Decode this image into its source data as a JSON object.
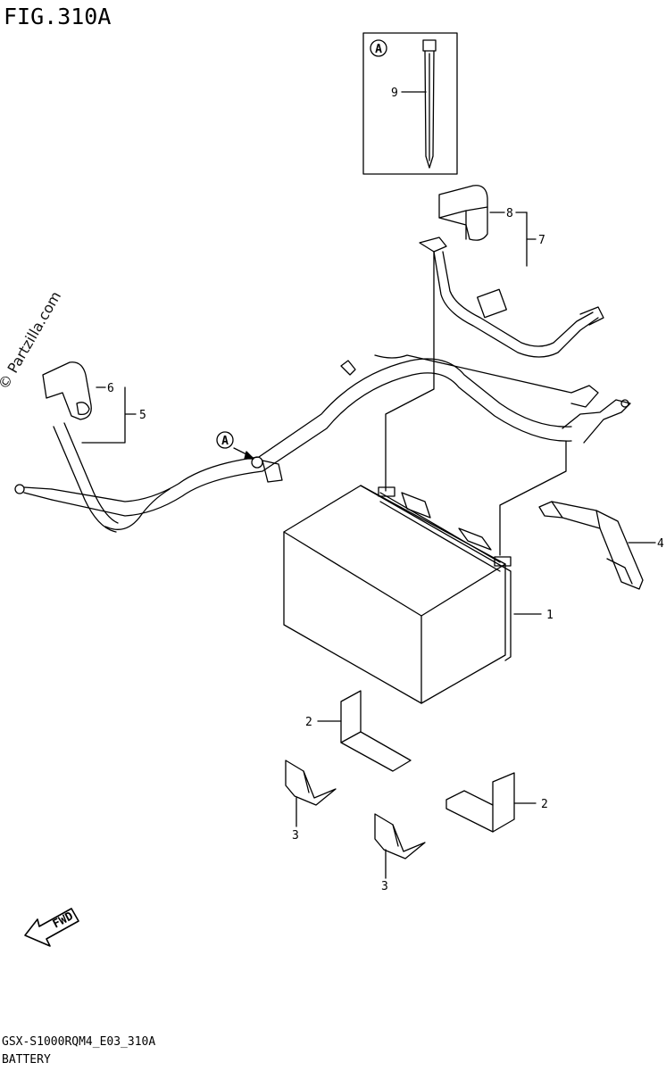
{
  "figure": {
    "title": "FIG.310A",
    "code": "GSX-S1000RQM4_E03_310A",
    "name": "BATTERY",
    "watermark": "© Partzilla.com",
    "fwd_label": "FWD",
    "inset_marker": "A",
    "ref_marker": "A"
  },
  "callouts": [
    {
      "id": "1",
      "label": "1"
    },
    {
      "id": "2a",
      "label": "2"
    },
    {
      "id": "2b",
      "label": "2"
    },
    {
      "id": "3a",
      "label": "3"
    },
    {
      "id": "3b",
      "label": "3"
    },
    {
      "id": "4",
      "label": "4"
    },
    {
      "id": "5",
      "label": "5"
    },
    {
      "id": "6",
      "label": "6"
    },
    {
      "id": "7",
      "label": "7"
    },
    {
      "id": "8",
      "label": "8"
    },
    {
      "id": "9",
      "label": "9"
    }
  ]
}
